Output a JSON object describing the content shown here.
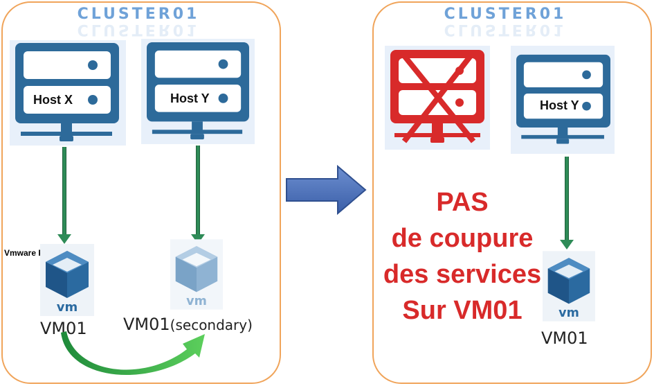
{
  "left_cluster": {
    "title": "CLUSTER01",
    "host_x_label": "Host X",
    "host_y_label": "Host Y",
    "ft_label": "Vmware FT: ON",
    "vm_primary_label": "VM01",
    "vm_secondary_name": "VM01",
    "vm_secondary_suffix": "(secondary)",
    "vm_icon_text": "vm"
  },
  "right_cluster": {
    "title": "CLUSTER01",
    "host_y_label": "Host Y",
    "vm_label": "VM01",
    "vm_icon_text": "vm",
    "message_lines": [
      "PAS",
      "de coupure",
      "des services",
      "Sur VM01"
    ]
  },
  "colors": {
    "panel_border": "#f0a45a",
    "server_blue": "#2d6a9a",
    "connector_green": "#2e8b57",
    "failed_red": "#d82a2a",
    "arrow_blue": "#4a6fb5",
    "message_red": "#d82a2a"
  },
  "icons": [
    "server-icon",
    "failed-server-icon",
    "vm-icon",
    "transition-arrow-icon",
    "migration-arrow-icon"
  ]
}
